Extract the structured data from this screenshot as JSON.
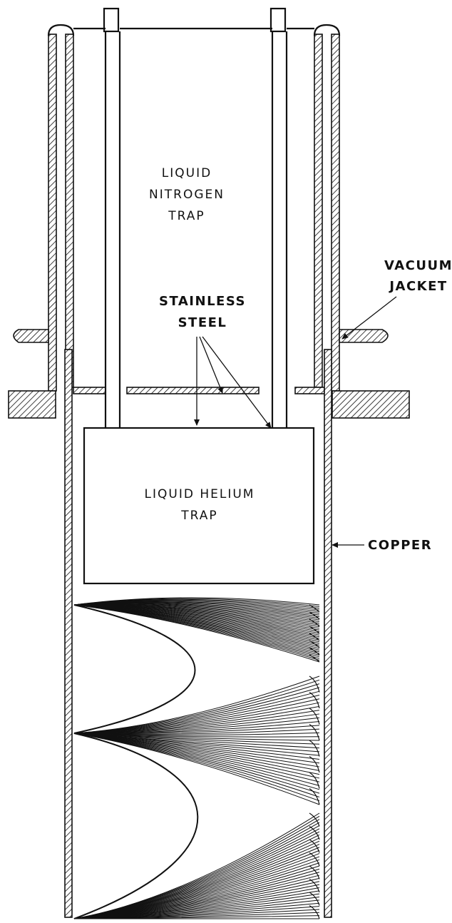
{
  "labels": {
    "nitrogen_trap": [
      "LIQUID",
      "NITROGEN",
      "TRAP"
    ],
    "helium_trap": [
      "LIQUID HELIUM",
      "TRAP"
    ],
    "stainless_steel": [
      "STAINLESS",
      "STEEL"
    ],
    "vacuum_jacket": [
      "VACUUM",
      "JACKET"
    ],
    "copper": "COPPER"
  },
  "colors": {
    "ink": "#111111",
    "paper": "#ffffff"
  }
}
